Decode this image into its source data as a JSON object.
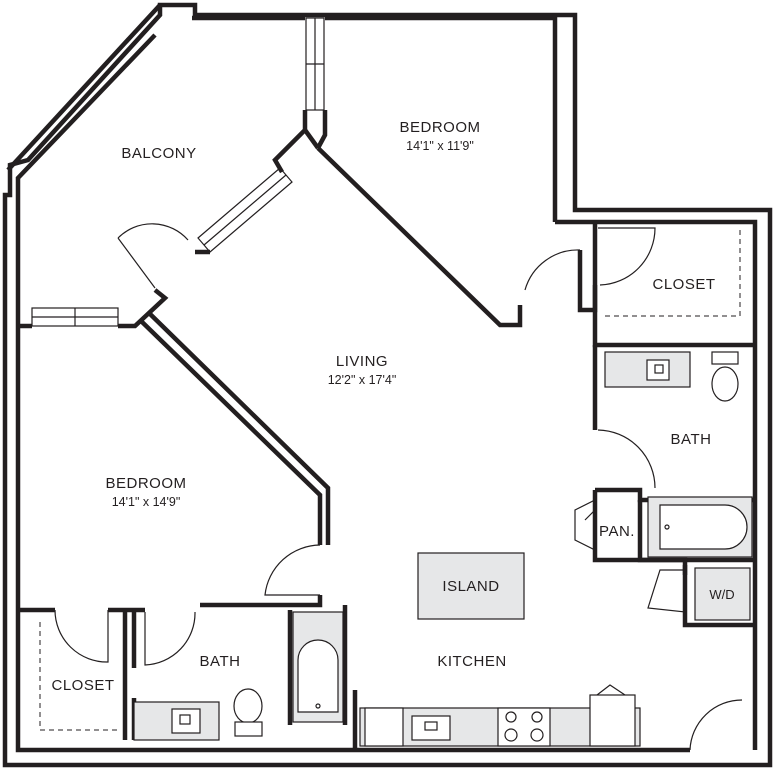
{
  "rooms": {
    "balcony": {
      "name": "BALCONY"
    },
    "bedroom_top": {
      "name": "BEDROOM",
      "size": "14'1\" x 11'9\""
    },
    "closet_right": {
      "name": "CLOSET"
    },
    "living": {
      "name": "LIVING",
      "size": "12'2\" x 17'4\""
    },
    "bath_right": {
      "name": "BATH"
    },
    "pantry": {
      "name": "PAN."
    },
    "bedroom_left": {
      "name": "BEDROOM",
      "size": "14'1\" x 14'9\""
    },
    "island": {
      "name": "ISLAND"
    },
    "washer_dryer": {
      "name": "W/D"
    },
    "closet_left": {
      "name": "CLOSET"
    },
    "bath_left": {
      "name": "BATH"
    },
    "kitchen": {
      "name": "KITCHEN"
    }
  },
  "colors": {
    "wall": "#231f20",
    "fixture": "#e6e7e8",
    "background": "#ffffff"
  }
}
